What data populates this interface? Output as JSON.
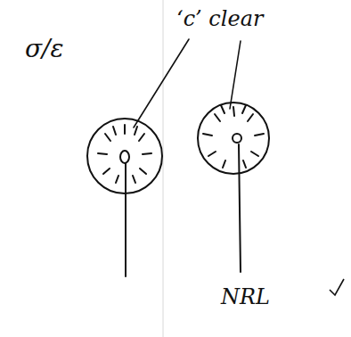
{
  "diagram": {
    "labels": [
      "σ/ε",
      "‘c’ clear",
      "NRL"
    ]
  }
}
